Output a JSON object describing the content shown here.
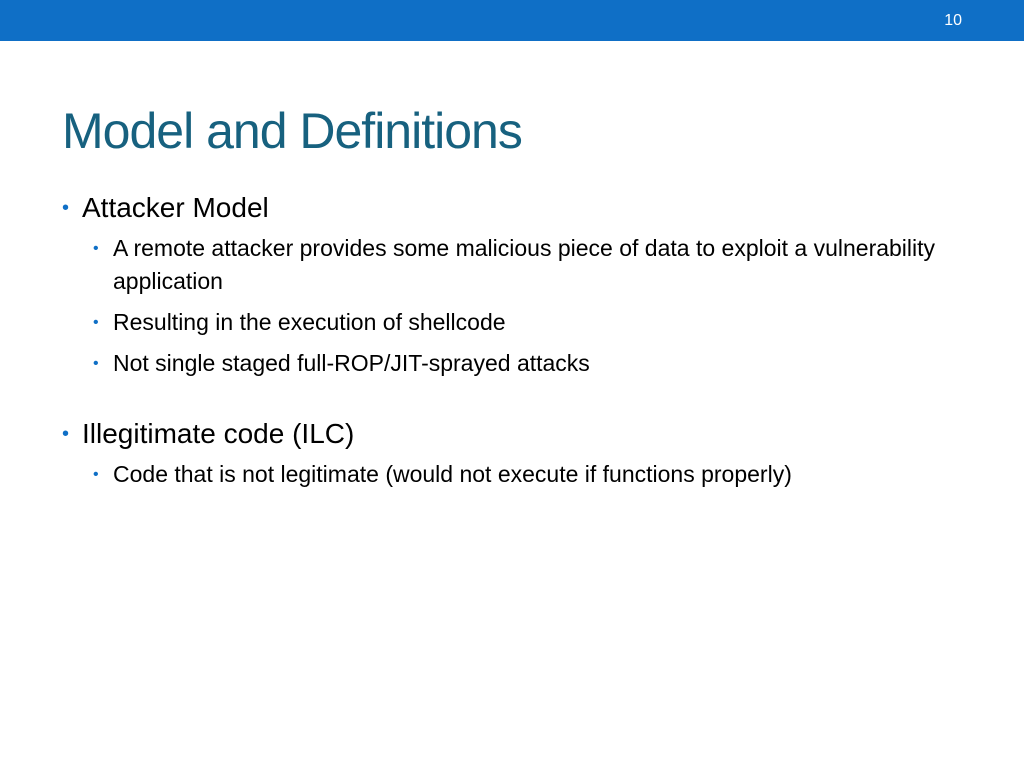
{
  "slide": {
    "number": "10",
    "title": "Model and Definitions",
    "colors": {
      "top_bar": "#0f6fc6",
      "title": "#17617f",
      "bullet": "#0f6fc6"
    },
    "bullet_icon": "bullet-dot-icon",
    "bullets": [
      {
        "text": "Attacker Model",
        "sub": [
          "A remote attacker provides some malicious piece of data to exploit a vulnerability application",
          "Resulting in the execution of shellcode",
          "Not single staged full-ROP/JIT-sprayed attacks"
        ]
      },
      {
        "text": "Illegitimate code (ILC)",
        "sub": [
          "Code that is not legitimate (would not execute if functions properly)"
        ]
      }
    ]
  }
}
